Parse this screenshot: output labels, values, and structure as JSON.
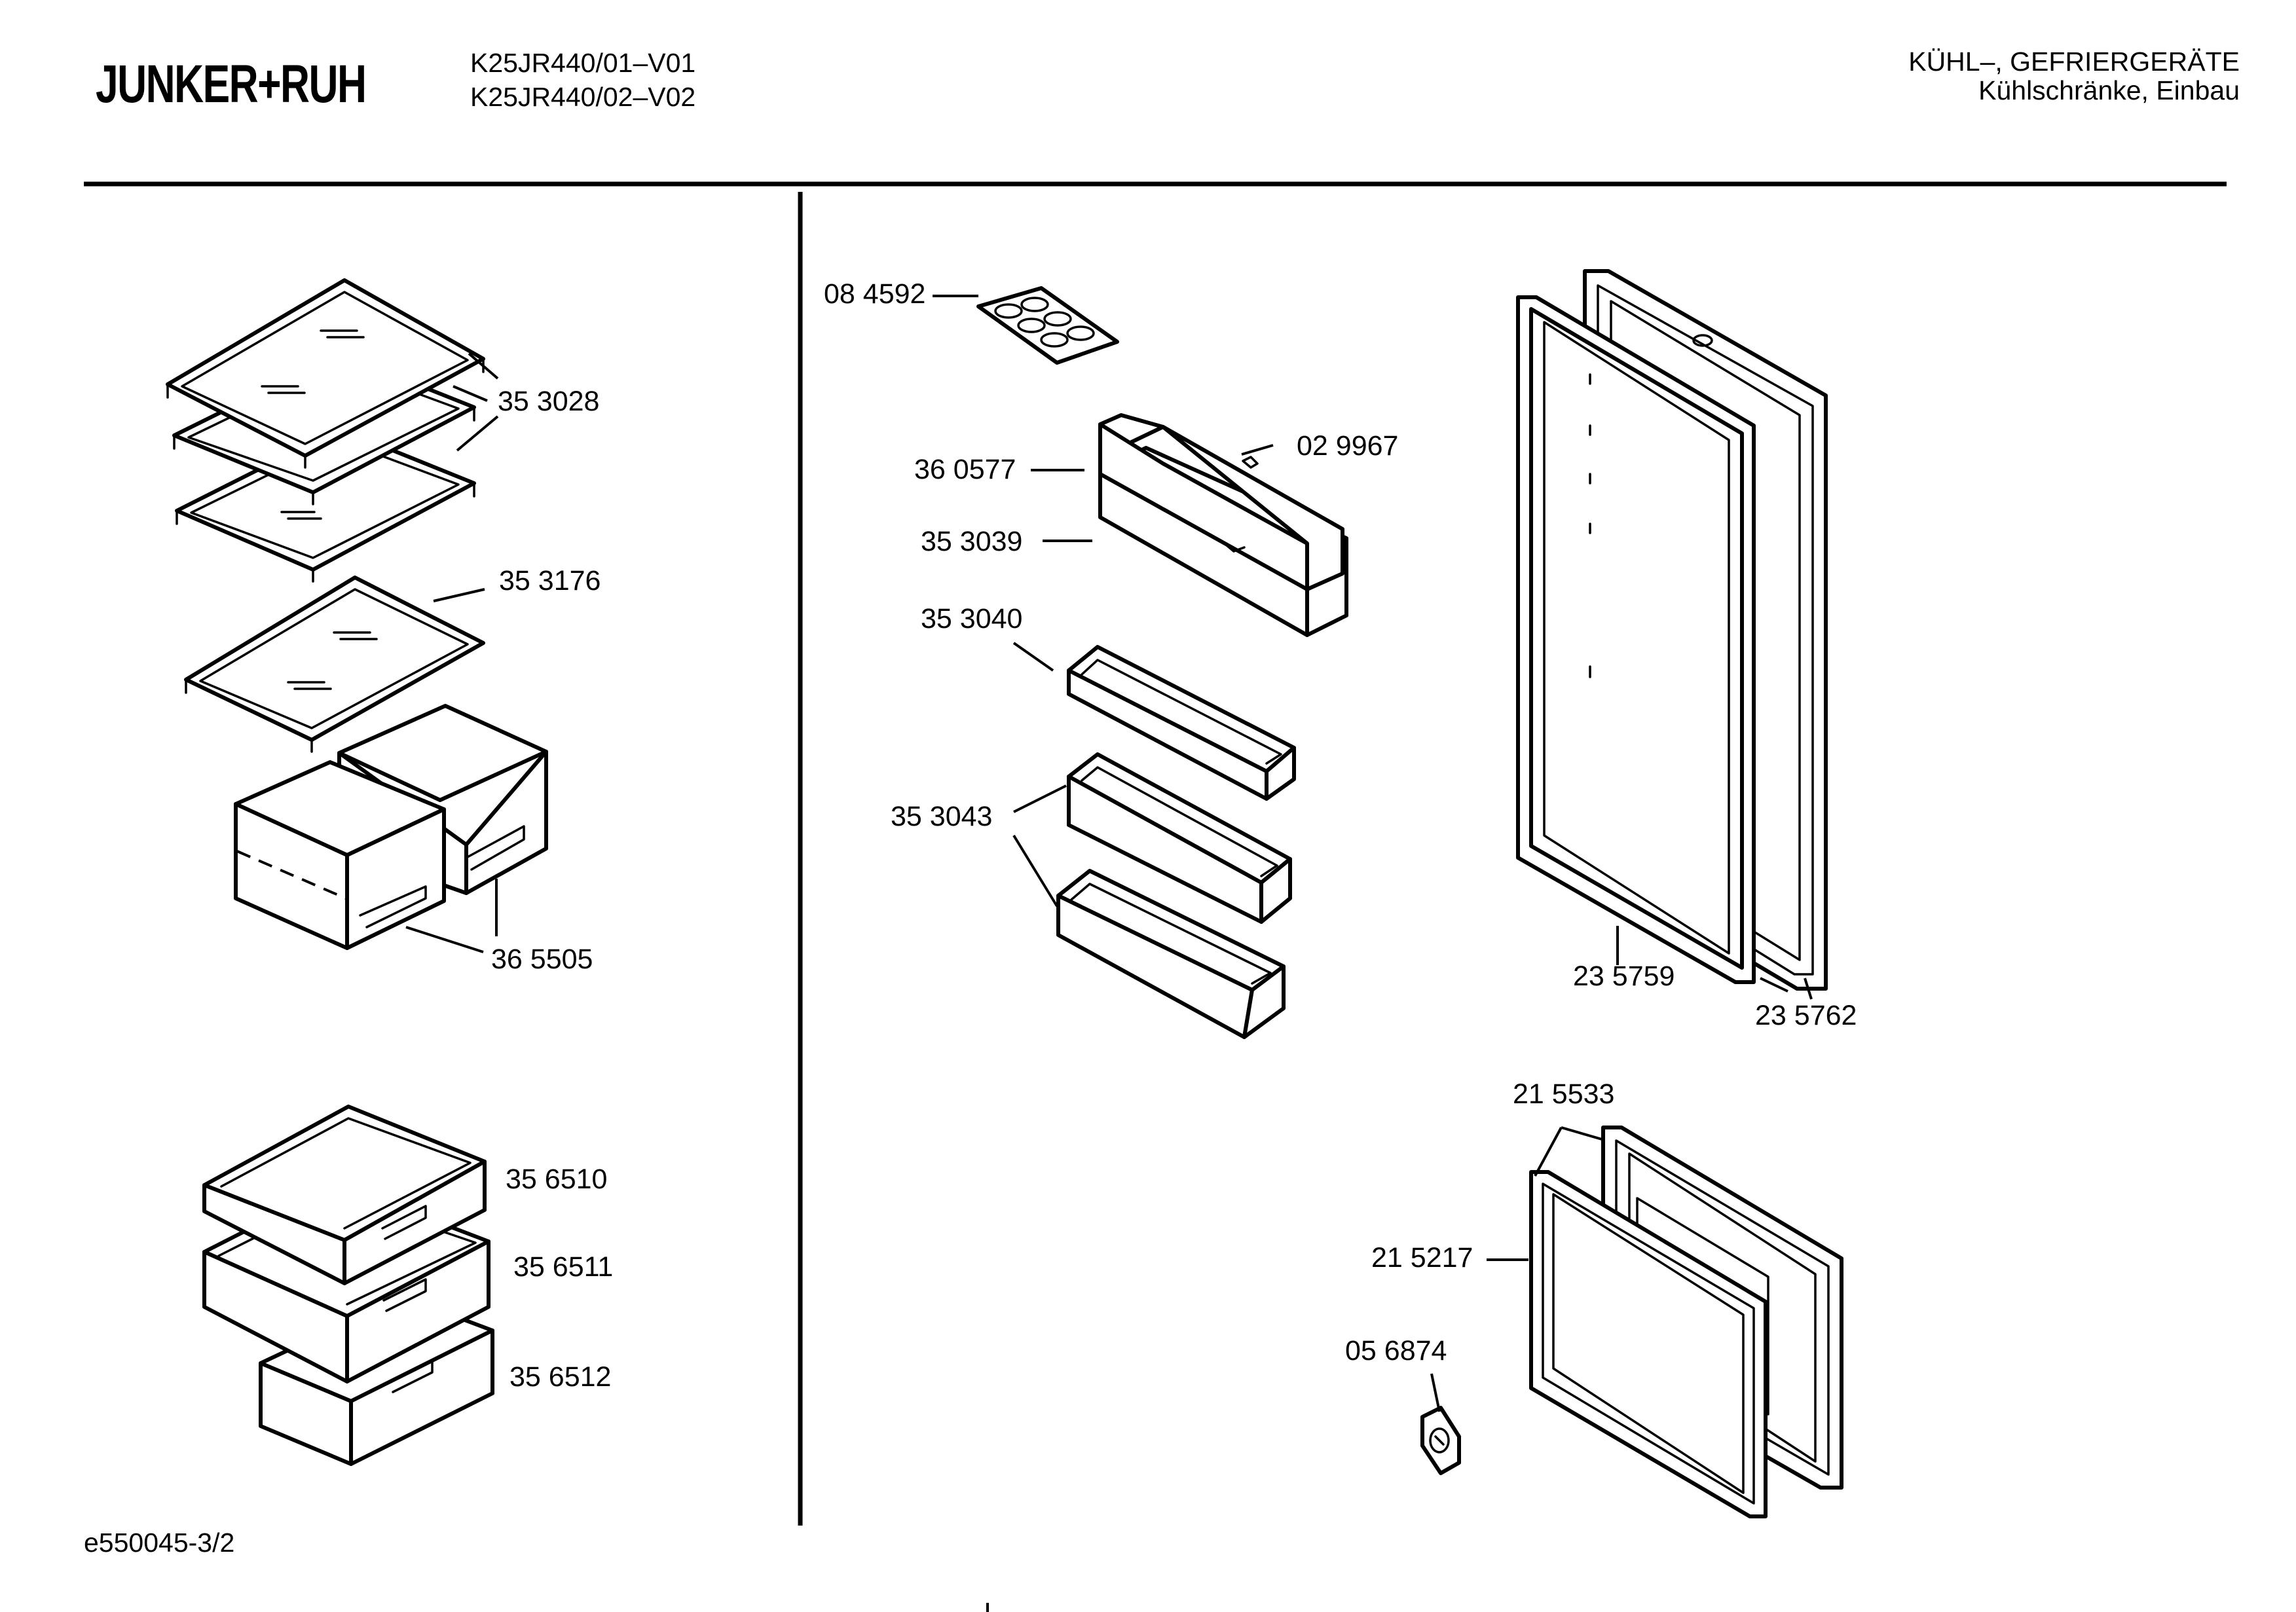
{
  "header": {
    "brand": "JUNKER+RUH",
    "models": [
      "K25JR440/01–V01",
      "K25JR440/02–V02"
    ],
    "category": "KÜHL–, GEFRIERGERÄTE",
    "subcategory": "Kühlschränke, Einbau"
  },
  "parts": {
    "p353028": "35 3028",
    "p353176": "35 3176",
    "p365505": "36 5505",
    "p356510": "35 6510",
    "p356511": "35 6511",
    "p356512": "35 6512",
    "p084592": "08 4592",
    "p360577": "36 0577",
    "p029967": "02 9967",
    "p353039": "35 3039",
    "p353040": "35 3040",
    "p353043": "35 3043",
    "p235759": "23 5759",
    "p235762": "23 5762",
    "p215533": "21 5533",
    "p215217": "21 5217",
    "p056874": "05 6874"
  },
  "footer": {
    "doc_id": "e550045-3/2"
  }
}
